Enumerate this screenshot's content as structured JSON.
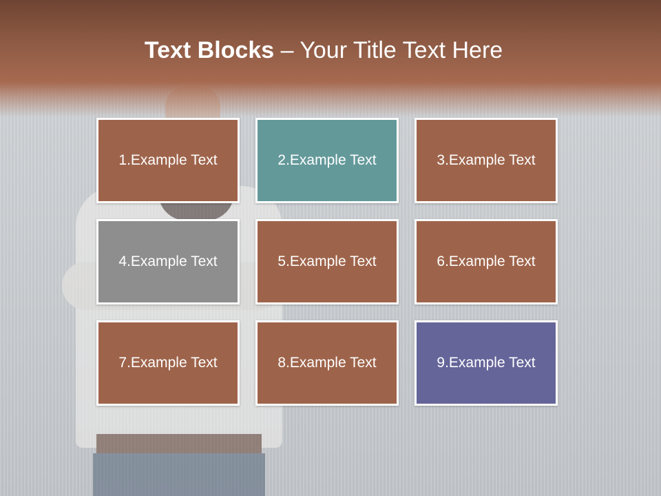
{
  "slide": {
    "title_bold": "Text Blocks",
    "title_dash": " – ",
    "title_rest": "Your Title Text Here"
  },
  "colors": {
    "brown": "#9e644b",
    "teal": "#64999a",
    "gray": "#8e8e8e",
    "indigo": "#65659a"
  },
  "blocks": [
    {
      "label": "1.Example Text",
      "color": "#9e644b"
    },
    {
      "label": "2.Example Text",
      "color": "#64999a"
    },
    {
      "label": "3.Example Text",
      "color": "#9e644b"
    },
    {
      "label": "4.Example Text",
      "color": "#8e8e8e"
    },
    {
      "label": "5.Example Text",
      "color": "#9e644b"
    },
    {
      "label": "6.Example Text",
      "color": "#9e644b"
    },
    {
      "label": "7.Example Text",
      "color": "#9e644b"
    },
    {
      "label": "8.Example Text",
      "color": "#9e644b"
    },
    {
      "label": "9.Example Text",
      "color": "#65659a"
    }
  ]
}
